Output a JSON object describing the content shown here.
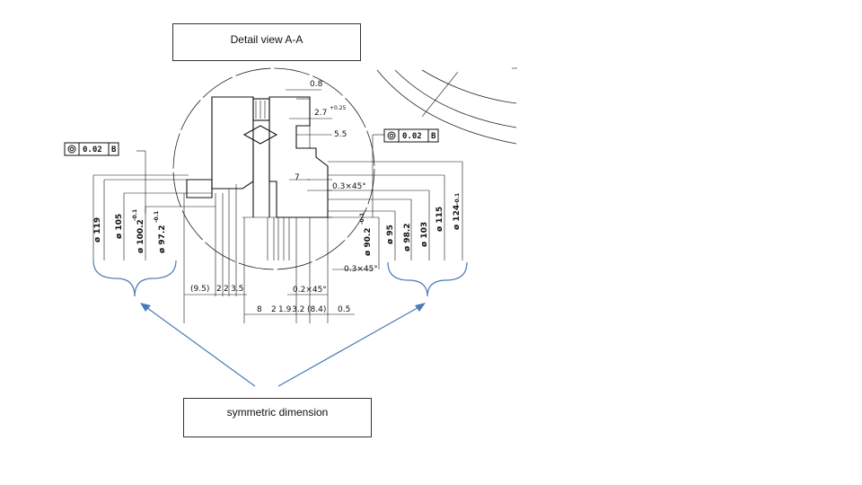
{
  "title": "Detail view A-A",
  "note": "symmetric dimension",
  "tolerance_frames": [
    {
      "symbol": "◎",
      "value": "0.02",
      "datum": "B"
    },
    {
      "symbol": "◎",
      "value": "0.02",
      "datum": "B"
    }
  ],
  "dims_left": {
    "d119": "ø 119",
    "d105": "ø 105",
    "d100": "ø 100.2",
    "d100_tol": "-0.1",
    "d97": "ø 97.2",
    "d97_tol": "-0.1"
  },
  "dims_right": {
    "d90": "ø 90.2",
    "d90_tol": "-0.1",
    "d95": "ø 95",
    "d98": "ø 98.2",
    "d103": "ø 103",
    "d115": "ø 115",
    "d124": "ø 124",
    "d124_tol": "-0.1"
  },
  "dims_top": {
    "d08": "0.8",
    "d27": "2.7",
    "d27_tol": "+0.25",
    "d55": "5.5",
    "d7": "7",
    "chamfer1": "0.3×45°",
    "chamfer2": "0.3×45°",
    "chamfer3": "0.2×45°"
  },
  "dims_bottom": {
    "d95p": "(9.5)",
    "d2a": "2",
    "d2b": "2",
    "d35": "3.5",
    "d8": "8",
    "d2c": "2",
    "d19": "1.9",
    "d32": "3.2",
    "d84": "(8.4)",
    "d05": "0.5"
  },
  "colors": {
    "arrow": "#4a7ab8",
    "line": "#111111"
  }
}
